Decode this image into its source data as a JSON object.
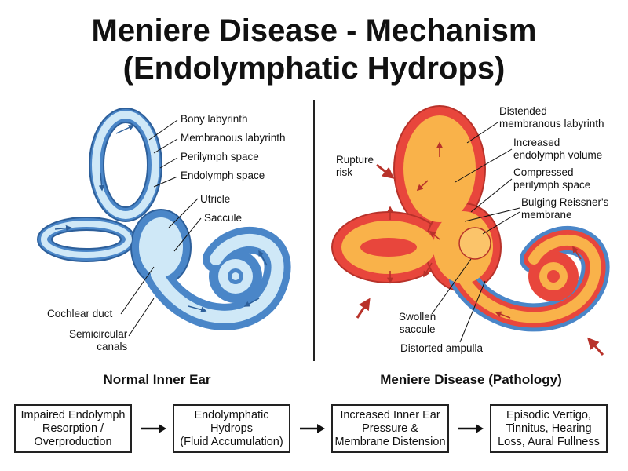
{
  "title": {
    "line1": "Meniere Disease - Mechanism",
    "line2": "(Endolymphatic Hydrops)"
  },
  "left_panel": {
    "caption": "Normal Inner Ear",
    "labels": {
      "bony_labyrinth": "Bony labyrinth",
      "membranous_labyrinth": "Membranous labyrinth",
      "perilymph_space": "Perilymph space",
      "endolymph_space": "Endolymph space",
      "utricle": "Utricle",
      "saccule": "Saccule",
      "cochlear_duct": "Cochlear duct",
      "semicircular_canals": "Semicircular\ncanals"
    }
  },
  "right_panel": {
    "caption": "Meniere Disease (Pathology)",
    "labels": {
      "rupture_risk": "Rupture\nrisk",
      "distended_membranous_labyrinth": "Distended\nmembranous labyrinth",
      "increased_endolymph_volume": "Increased\nendolymph volume",
      "compressed_perilymph_space": "Compressed\nperilymph space",
      "bulging_reissners_membrane": "Bulging Reissner's\nmembrane",
      "swollen_saccule": "Swollen\nsaccule",
      "distorted_ampulla": "Distorted ampulla"
    }
  },
  "flow": {
    "steps": [
      "Impaired Endolymph\nResorption /\nOverproduction",
      "Endolymphatic\nHydrops\n(Fluid Accumulation)",
      "Increased Inner Ear\nPressure &\nMembrane Distension",
      "Episodic Vertigo,\nTinnitus, Hearing\nLoss, Aural Fullness"
    ]
  },
  "colors": {
    "normal_bony": "#4a86c8",
    "normal_fluid": "#cfe8f7",
    "pathology_bony": "#e8463c",
    "pathology_fluid": "#f9b24a",
    "pathology_arrows": "#b8322a"
  }
}
